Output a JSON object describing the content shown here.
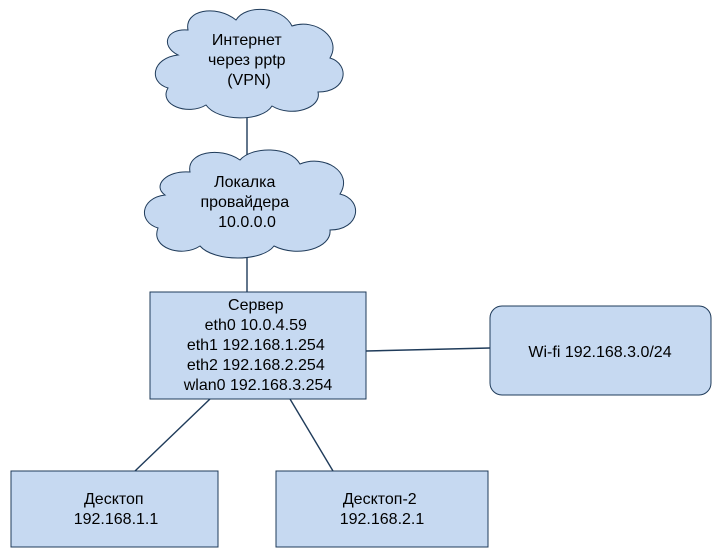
{
  "nodes": {
    "internet": {
      "lines": [
        "Интернет",
        "через pptp",
        "(VPN)"
      ]
    },
    "provider": {
      "lines": [
        "Локалка",
        "провайдера",
        "10.0.0.0"
      ]
    },
    "server": {
      "lines": [
        "Сервер",
        "eth0 10.0.4.59",
        "eth1 192.168.1.254",
        "eth2 192.168.2.254",
        "wlan0 192.168.3.254"
      ]
    },
    "wifi": {
      "lines": [
        "Wi-fi 192.168.3.0/24"
      ]
    },
    "desktop1": {
      "lines": [
        "Десктоп",
        "192.168.1.1"
      ]
    },
    "desktop2": {
      "lines": [
        "Десктоп-2",
        "192.168.2.1"
      ]
    }
  },
  "colors": {
    "fill": "#c6d9f1",
    "stroke": "#1f3b5a"
  }
}
